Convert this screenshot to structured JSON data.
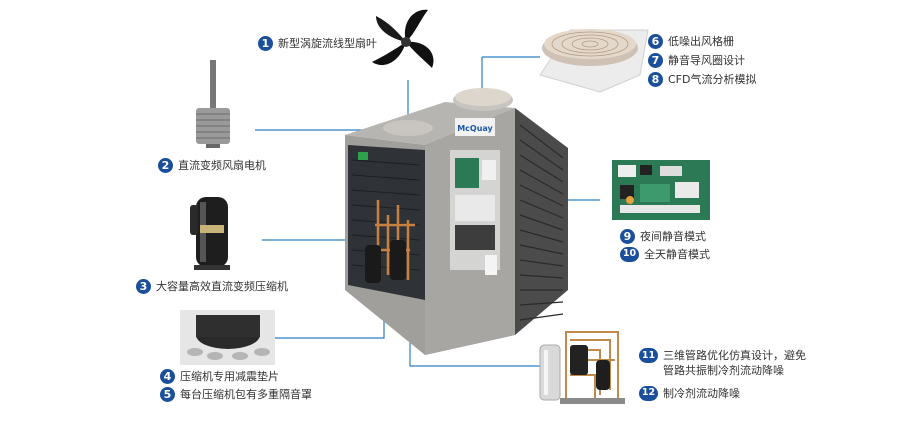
{
  "colors": {
    "badge": "#1b4f9c",
    "connector": "#2b7fc4",
    "unit_body": "#9a9996",
    "logo_blue": "#1d5aa8",
    "accent_green": "#2fa04c"
  },
  "unit": {
    "brand": "McQuay"
  },
  "features": [
    {
      "num": "1",
      "label": "新型涡旋流线型扇叶",
      "icon": "fan-blade-icon"
    },
    {
      "num": "2",
      "label": "直流变频风扇电机",
      "icon": "fan-motor-icon"
    },
    {
      "num": "3",
      "label": "大容量高效直流变频压缩机",
      "icon": "compressor-icon"
    },
    {
      "num": "4",
      "label": "压缩机专用减震垫片",
      "icon": "damper-icon"
    },
    {
      "num": "5",
      "label": "每台压缩机包有多重隔音罩",
      "icon": "damper-icon"
    },
    {
      "num": "6",
      "label": "低噪出风格栅",
      "icon": "grille-icon"
    },
    {
      "num": "7",
      "label": "静音导风圈设计",
      "icon": "grille-icon"
    },
    {
      "num": "8",
      "label": "CFD气流分析模拟",
      "icon": "grille-icon"
    },
    {
      "num": "9",
      "label": "夜间静音模式",
      "icon": "control-board-icon"
    },
    {
      "num": "10",
      "label": "全天静音模式",
      "icon": "control-board-icon"
    },
    {
      "num": "11",
      "lines": [
        "三维管路优化仿真设计，避免",
        "管路共振制冷剂流动降噪"
      ],
      "icon": "piping-icon"
    },
    {
      "num": "12",
      "label": "制冷剂流动降噪",
      "icon": "piping-icon"
    }
  ]
}
